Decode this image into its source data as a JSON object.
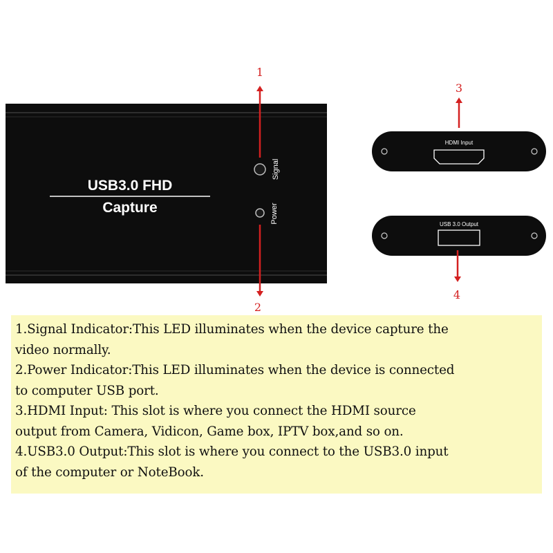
{
  "callouts": {
    "c1": "1",
    "c2": "2",
    "c3": "3",
    "c4": "4"
  },
  "device": {
    "title_line1": "USB3.0 FHD",
    "title_line2": "Capture",
    "signal_label": "Signal",
    "power_label": "Power"
  },
  "ports": {
    "hdmi_label": "HDMI Input",
    "usb_label": "USB 3.0 Output"
  },
  "colors": {
    "arrow": "#d42020",
    "device_body": "#0d0d0d",
    "description_background": "#fbf9c2"
  },
  "description": {
    "lines": [
      "1.Signal Indicator:This LED illuminates when the device capture the",
      "video normally.",
      "2.Power Indicator:This LED illuminates when the device is connected",
      "to computer USB port.",
      "3.HDMI Input: This slot is where you connect the HDMI source",
      "output from Camera, Vidicon, Game box, IPTV box,and so on.",
      "4.USB3.0 Output:This slot is where you connect to the USB3.0 input",
      "of the computer or NoteBook."
    ]
  }
}
